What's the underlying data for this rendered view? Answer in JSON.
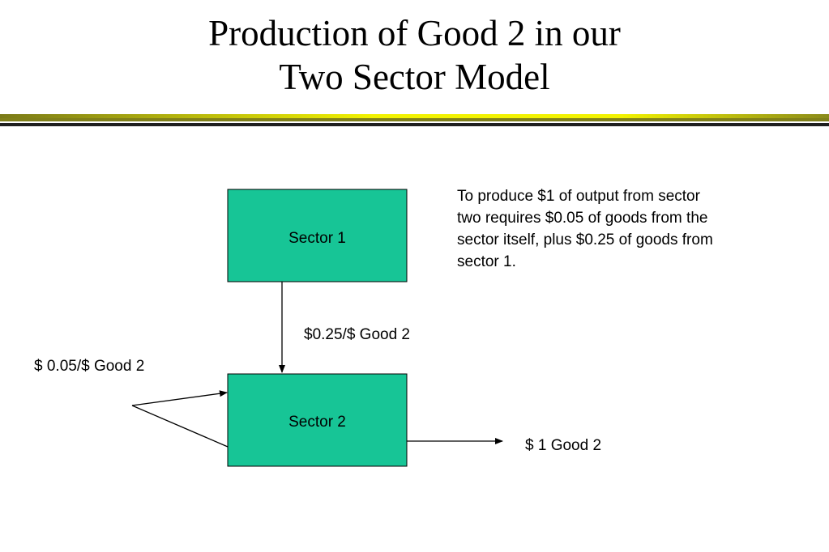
{
  "title": {
    "line1": "Production of Good 2 in our",
    "line2": "Two Sector Model"
  },
  "colors": {
    "box_fill": "#17c596",
    "rule_yellow": "#f2f200",
    "rule_olive": "#80801a",
    "rule_dark": "#1f1f1f"
  },
  "sectors": [
    {
      "label": "Sector 1"
    },
    {
      "label": "Sector 2"
    }
  ],
  "flows": {
    "sector1_to_sector2": "$0.25/$ Good 2",
    "sector2_self": "$ 0.05/$ Good 2",
    "sector2_output": "$ 1 Good 2"
  },
  "note": {
    "lines": [
      "To produce $1 of output from sector",
      "two requires $0.05 of goods from the",
      "sector itself, plus $0.25 of goods from",
      "sector 1."
    ]
  }
}
